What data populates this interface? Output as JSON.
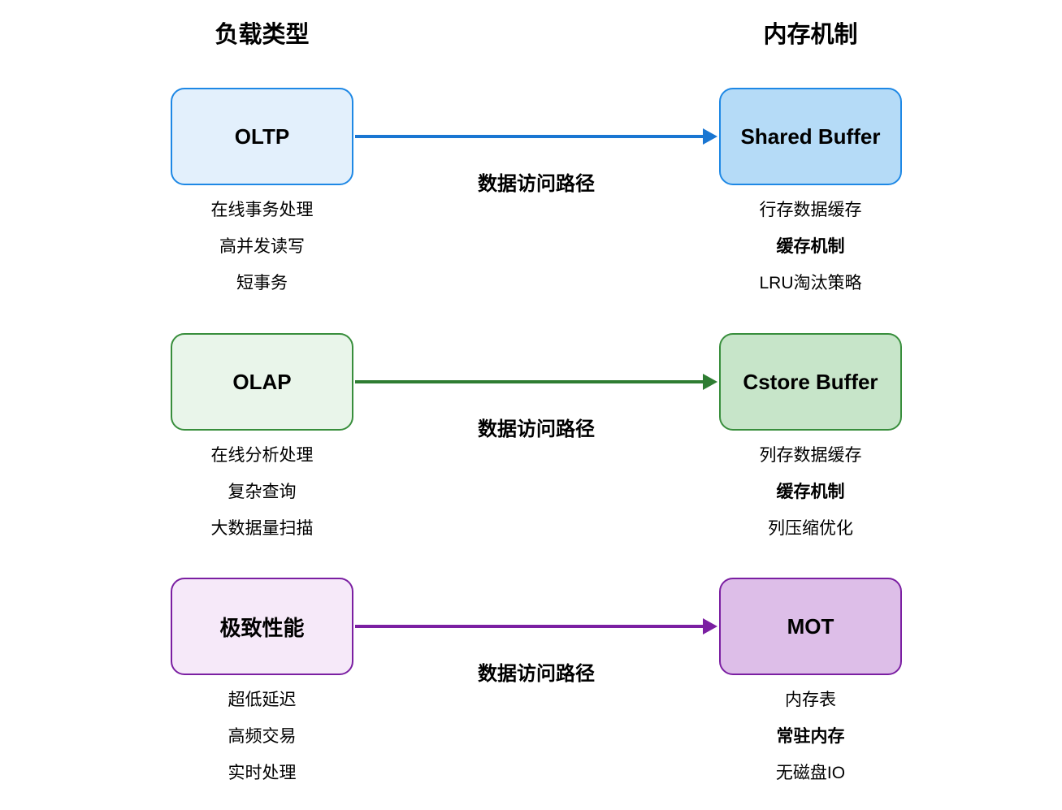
{
  "headers": {
    "left": "负载类型",
    "right": "内存机制"
  },
  "rows": [
    {
      "source": {
        "label": "OLTP",
        "descriptions": [
          "在线事务处理",
          "高并发读写",
          "短事务"
        ]
      },
      "target": {
        "label": "Shared Buffer",
        "descriptions": [
          "行存数据缓存",
          "缓存机制",
          "LRU淘汰策略"
        ]
      },
      "arrow_label": "数据访问路径",
      "colors": {
        "source_fill": "#e3f0fc",
        "target_fill": "#b5dbf7",
        "border": "#1e88e5",
        "arrow": "#1976d2"
      }
    },
    {
      "source": {
        "label": "OLAP",
        "descriptions": [
          "在线分析处理",
          "复杂查询",
          "大数据量扫描"
        ]
      },
      "target": {
        "label": "Cstore Buffer",
        "descriptions": [
          "列存数据缓存",
          "缓存机制",
          "列压缩优化"
        ]
      },
      "arrow_label": "数据访问路径",
      "colors": {
        "source_fill": "#e9f5ea",
        "target_fill": "#c7e5c9",
        "border": "#388e3c",
        "arrow": "#2e7d32"
      }
    },
    {
      "source": {
        "label": "极致性能",
        "descriptions": [
          "超低延迟",
          "高频交易",
          "实时处理"
        ]
      },
      "target": {
        "label": "MOT",
        "descriptions": [
          "内存表",
          "常驻内存",
          "无磁盘IO"
        ]
      },
      "arrow_label": "数据访问路径",
      "colors": {
        "source_fill": "#f6e9f9",
        "target_fill": "#ddbee8",
        "border": "#7b1fa2",
        "arrow": "#7b1fa2"
      }
    }
  ]
}
